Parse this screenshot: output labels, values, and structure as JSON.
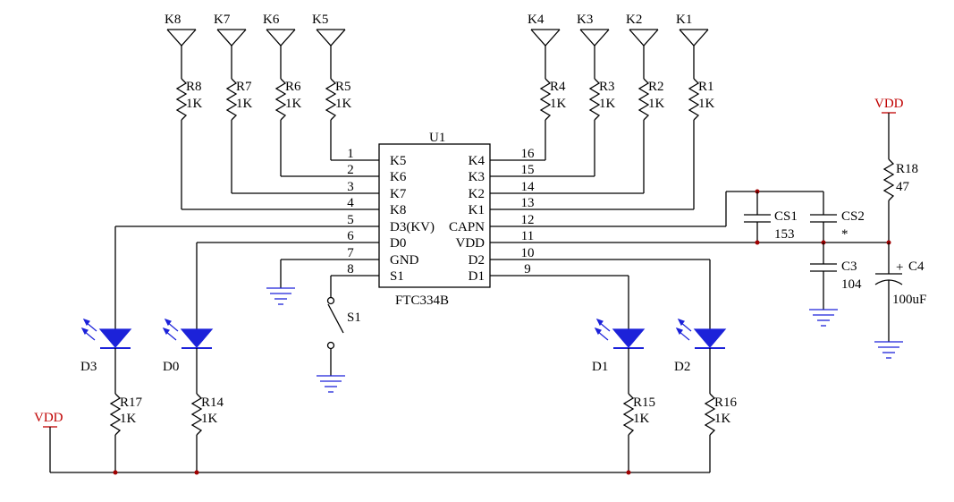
{
  "ic": {
    "ref": "U1",
    "part": "FTC334B",
    "pins": [
      {
        "num": "1",
        "name": "K5"
      },
      {
        "num": "2",
        "name": "K6"
      },
      {
        "num": "3",
        "name": "K7"
      },
      {
        "num": "4",
        "name": "K8"
      },
      {
        "num": "5",
        "name": "D3(KV)"
      },
      {
        "num": "6",
        "name": "D0"
      },
      {
        "num": "7",
        "name": "GND"
      },
      {
        "num": "8",
        "name": "S1"
      },
      {
        "num": "16",
        "name": "K4"
      },
      {
        "num": "15",
        "name": "K3"
      },
      {
        "num": "14",
        "name": "K2"
      },
      {
        "num": "13",
        "name": "K1"
      },
      {
        "num": "12",
        "name": "CAPN"
      },
      {
        "num": "11",
        "name": "VDD"
      },
      {
        "num": "10",
        "name": "D2"
      },
      {
        "num": "9",
        "name": "D1"
      }
    ]
  },
  "antennas": [
    "K8",
    "K7",
    "K6",
    "K5",
    "K4",
    "K3",
    "K2",
    "K1"
  ],
  "key_resistors": [
    {
      "ref": "R8",
      "value": "1K"
    },
    {
      "ref": "R7",
      "value": "1K"
    },
    {
      "ref": "R6",
      "value": "1K"
    },
    {
      "ref": "R5",
      "value": "1K"
    },
    {
      "ref": "R4",
      "value": "1K"
    },
    {
      "ref": "R3",
      "value": "1K"
    },
    {
      "ref": "R2",
      "value": "1K"
    },
    {
      "ref": "R1",
      "value": "1K"
    }
  ],
  "leds": [
    {
      "ref": "D3",
      "resistor": "R17",
      "value": "1K"
    },
    {
      "ref": "D0",
      "resistor": "R14",
      "value": "1K"
    },
    {
      "ref": "D1",
      "resistor": "R15",
      "value": "1K"
    },
    {
      "ref": "D2",
      "resistor": "R16",
      "value": "1K"
    }
  ],
  "switch": {
    "ref": "S1"
  },
  "caps": {
    "cs1": {
      "ref": "CS1",
      "value": "153"
    },
    "cs2": {
      "ref": "CS2",
      "value": "*"
    },
    "c3": {
      "ref": "C3",
      "value": "104"
    },
    "c4": {
      "ref": "C4",
      "value": "100uF",
      "polarity": "+"
    }
  },
  "supply": {
    "r18": {
      "ref": "R18",
      "value": "47"
    },
    "vdd_top": "VDD",
    "vdd_bottom": "VDD"
  },
  "colors": {
    "wire": "#000000",
    "led": "#1c22d9",
    "ground": "#1c22d9",
    "supply": "#c00000",
    "junction": "#a00000"
  }
}
